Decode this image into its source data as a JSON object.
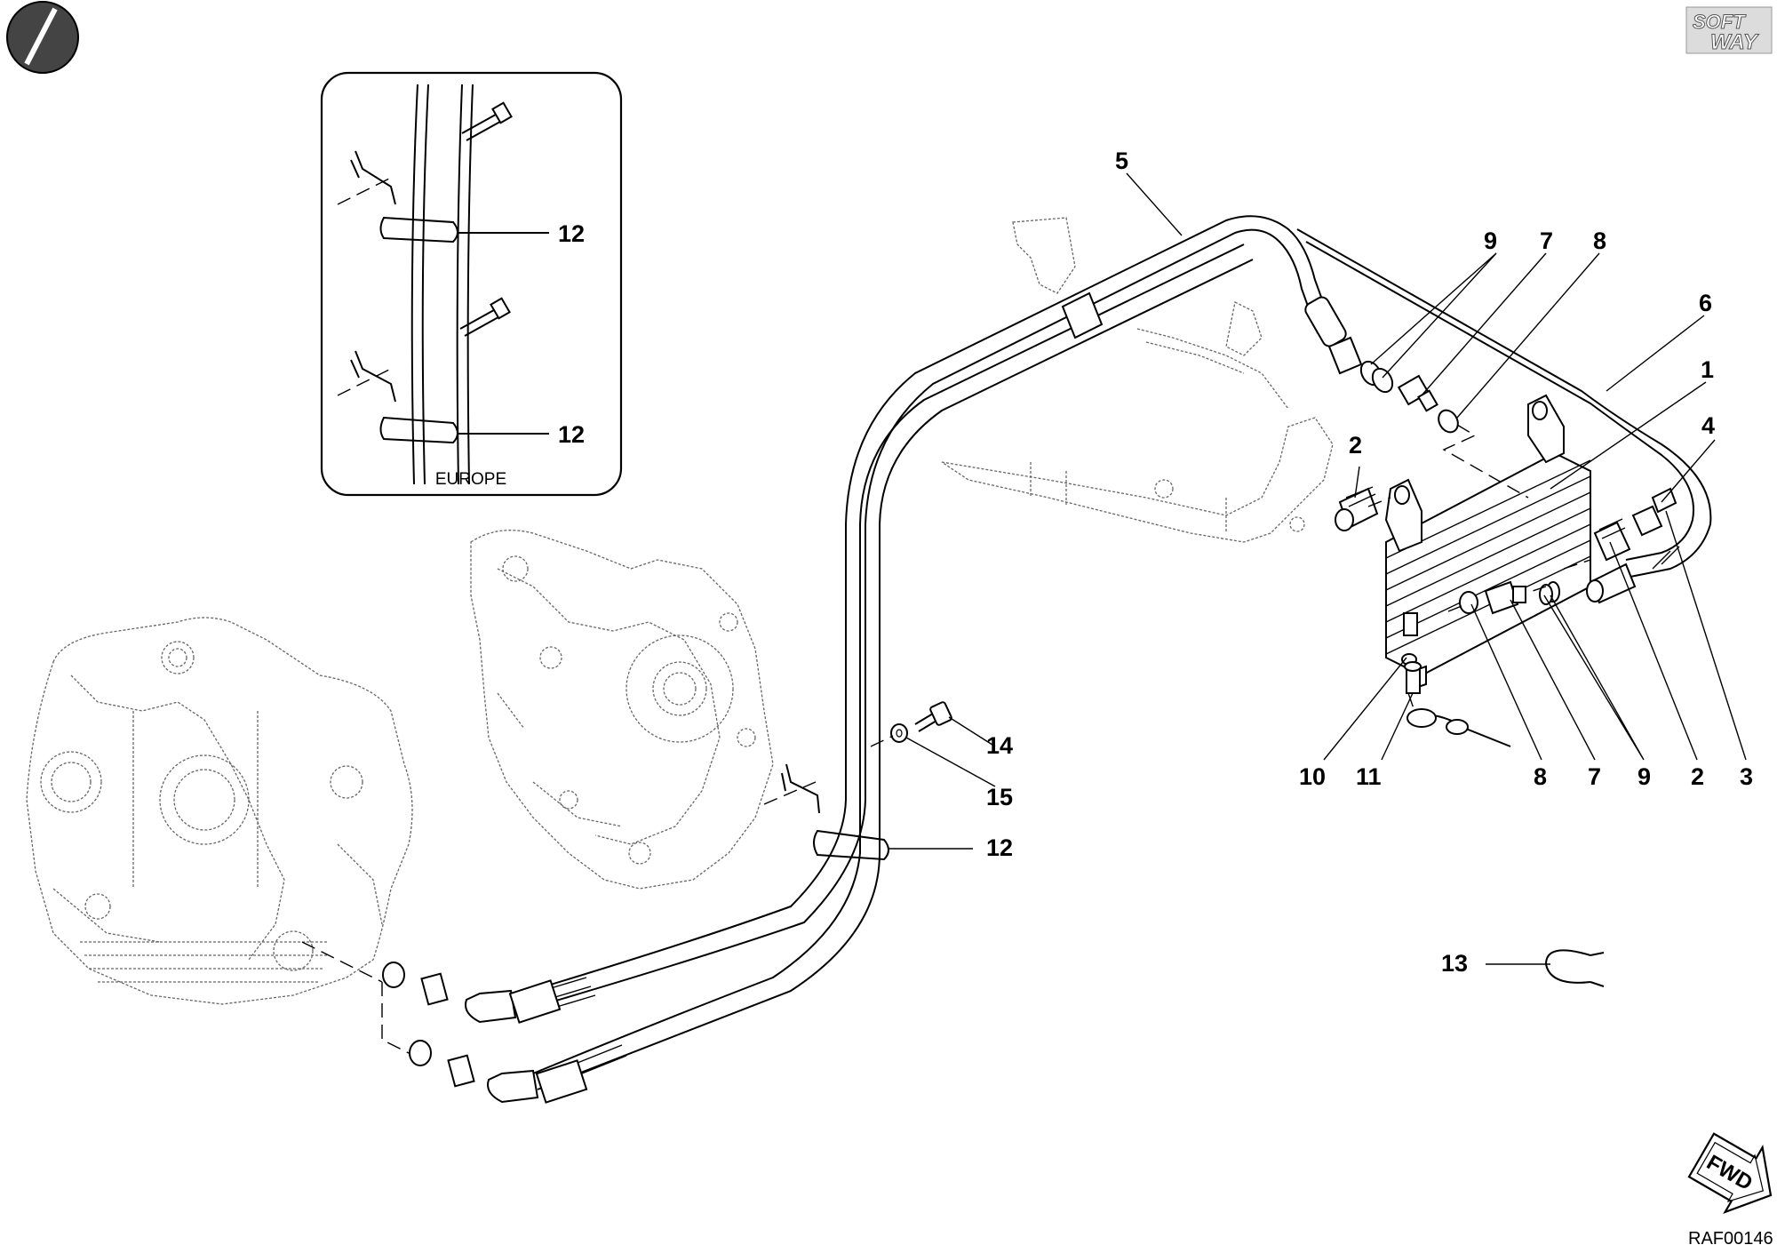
{
  "brand": {
    "logo_line1": "SOFT",
    "logo_line2": "WAY"
  },
  "inset": {
    "caption": "EUROPE",
    "callout_top": "12",
    "callout_bottom": "12"
  },
  "callouts": {
    "c1": "1",
    "c2_top": "2",
    "c2_bottom": "2",
    "c3": "3",
    "c4": "4",
    "c5": "5",
    "c6": "6",
    "c7_top": "7",
    "c7_bottom": "7",
    "c8_top": "8",
    "c8_bottom": "8",
    "c9_top": "9",
    "c9_bottom": "9",
    "c10": "10",
    "c11": "11",
    "c12": "12",
    "c13": "13",
    "c14": "14",
    "c15": "15"
  },
  "direction_badge": "FWD",
  "drawing_ref": "RAF00146"
}
